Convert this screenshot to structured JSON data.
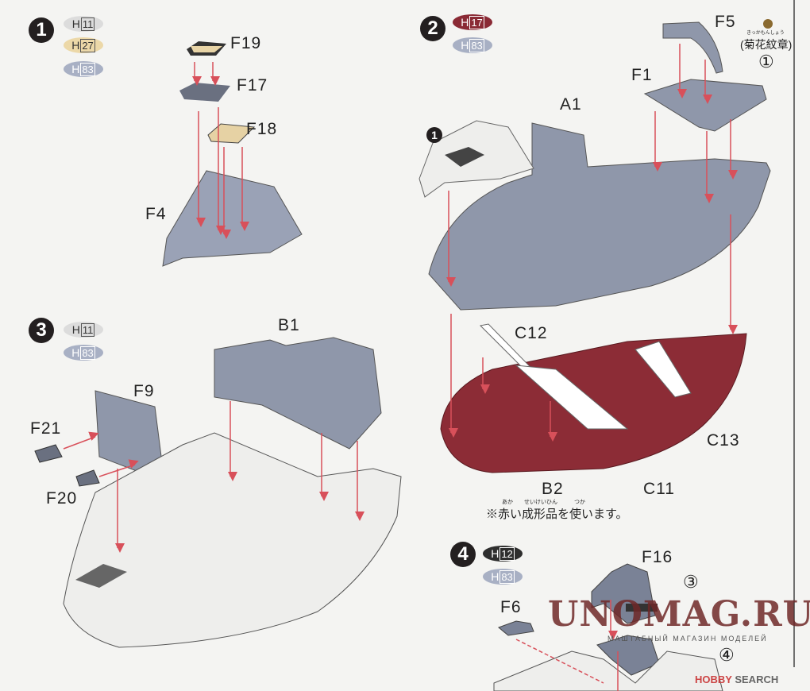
{
  "steps": [
    {
      "number": "1",
      "paints": [
        {
          "code": "H",
          "num": "11",
          "color": "#dcdcdc"
        },
        {
          "code": "H",
          "num": "27",
          "color": "#ecd8a8"
        },
        {
          "code": "H",
          "num": "83",
          "color": "#a8b0c4"
        }
      ],
      "parts": [
        "F19",
        "F17",
        "F18",
        "F4"
      ]
    },
    {
      "number": "2",
      "paints": [
        {
          "code": "H",
          "num": "17",
          "color": "#8a2a35"
        },
        {
          "code": "H",
          "num": "83",
          "color": "#a8b0c4"
        }
      ],
      "parts": [
        "F5",
        "F1",
        "A1",
        "C12",
        "C13",
        "C11",
        "B2"
      ],
      "emblem_ruby": "きっかもんしょう",
      "emblem_label": "(菊花紋章)",
      "callout": "①",
      "sub_step": "1",
      "note_ruby": "あか　　せいけいひん　　　つか",
      "note": "※赤い成形品を使います。"
    },
    {
      "number": "3",
      "paints": [
        {
          "code": "H",
          "num": "11",
          "color": "#dcdcdc"
        },
        {
          "code": "H",
          "num": "83",
          "color": "#a8b0c4"
        }
      ],
      "parts": [
        "B1",
        "F9",
        "F21",
        "F20"
      ]
    },
    {
      "number": "4",
      "paints": [
        {
          "code": "H",
          "num": "12",
          "color": "#2e2e2e"
        },
        {
          "code": "H",
          "num": "83",
          "color": "#a8b0c4"
        }
      ],
      "parts": [
        "F16",
        "F6"
      ],
      "callouts": [
        "③",
        "④"
      ]
    }
  ],
  "watermark": {
    "title": "UNOMAG.RU",
    "subtitle": "МАШТАБНЫЙ МАГАЗИН МОДЕЛЕЙ"
  },
  "source_logo": {
    "brand": "HOBBY",
    "suffix": "SEARCH"
  },
  "colors": {
    "part_grey": "#8f97aa",
    "hull_red": "#8c2c36",
    "arrow": "#d8505a"
  }
}
